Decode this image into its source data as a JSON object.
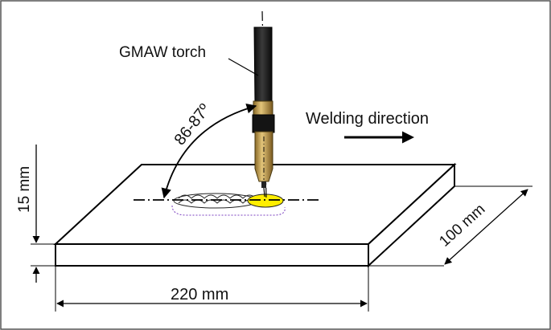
{
  "labels": {
    "torch": "GMAW torch",
    "angle": "86-87º",
    "direction": "Welding direction",
    "thickness": "15 mm",
    "width": "100 mm",
    "length": "220 mm"
  },
  "colors": {
    "frame": "#555555",
    "plate_stroke": "#000000",
    "torch_body": "#1a1a1a",
    "nozzle": "#c9a24a",
    "weld_pool": "#ffee00",
    "travel_path": "#7a3fbf"
  }
}
